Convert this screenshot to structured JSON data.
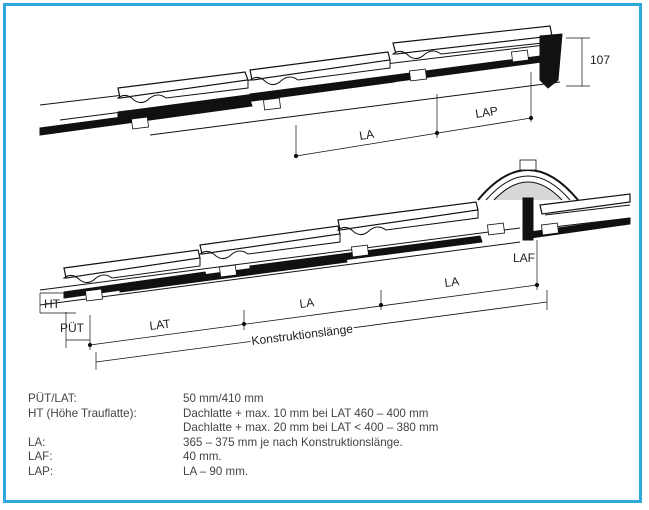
{
  "frame_color": "#2fa8dc",
  "top_diagram": {
    "dim_107": "107",
    "dim_la": "LA",
    "dim_lap": "LAP"
  },
  "bottom_diagram": {
    "dim_ht": "HT",
    "dim_put": "PÜT",
    "dim_lat": "LAT",
    "dim_la_1": "LA",
    "dim_la_2": "LA",
    "dim_laf": "LAF",
    "dim_konstruktionslaenge": "Konstruktionslänge"
  },
  "specs": [
    {
      "key": "PÜT/LAT:",
      "value": "50 mm/410 mm"
    },
    {
      "key": "HT (Höhe Trauflatte):",
      "value": "Dachlatte + max. 10 mm bei LAT 460 – 400 mm"
    },
    {
      "key": "",
      "value": "Dachlatte + max. 20 mm bei LAT < 400 – 380 mm"
    },
    {
      "key": "LA:",
      "value": "365 – 375 mm je nach Konstruktionslänge."
    },
    {
      "key": "LAF:",
      "value": "40 mm."
    },
    {
      "key": "LAP:",
      "value": "LA – 90 mm."
    }
  ]
}
